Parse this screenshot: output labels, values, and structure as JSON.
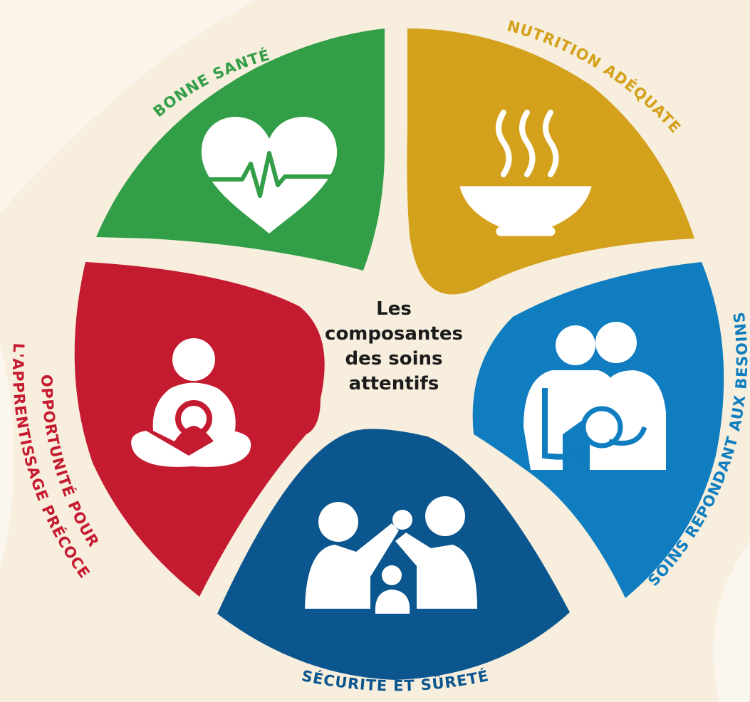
{
  "center": {
    "lines": [
      "Les",
      "composantes",
      "des soins",
      "attentifs"
    ]
  },
  "components": [
    {
      "id": "health",
      "label": "BONNE SANTÉ",
      "color": "#339e48",
      "icon": "heart-pulse-icon"
    },
    {
      "id": "nutrition",
      "label": "NUTRITION ADÉQUATE",
      "color": "#d4a11c",
      "icon": "soup-bowl-icon"
    },
    {
      "id": "responsive",
      "label": "SOINS RÉPONDANT AUX BESOINS",
      "color": "#0f7dbf",
      "icon": "parents-with-baby-icon"
    },
    {
      "id": "safety",
      "label": "SÉCURITÉ ET SÛRETÉ",
      "color": "#0b568f",
      "icon": "family-shelter-icon"
    },
    {
      "id": "learning",
      "label": [
        "OPPORTUNITÉ POUR",
        "L'APPRENTISSAGE PRÉCOCE"
      ],
      "color": "#c51b30",
      "icon": "child-playing-icon"
    }
  ],
  "colors": {
    "background": "#f7eedd",
    "background_swirl": "#faf4ea",
    "icon": "#ffffff"
  }
}
